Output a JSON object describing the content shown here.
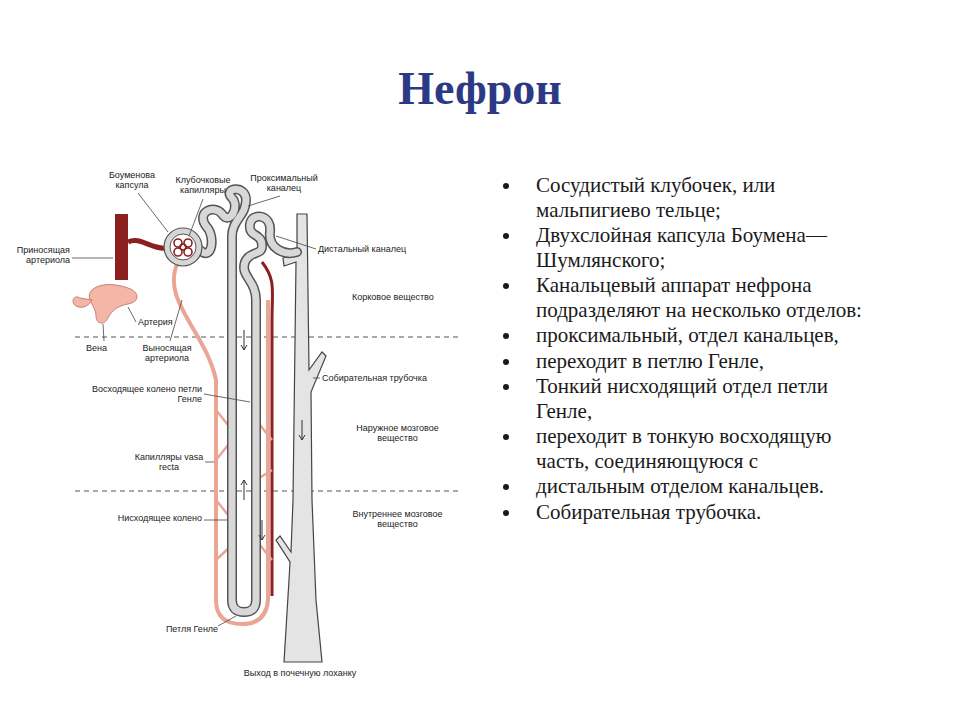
{
  "diagram": {
    "title": "Нефрон",
    "labels": [
      "Боуменова капсула",
      "Клубочковые капилляры",
      "Проксимальный каналец",
      "Приносящая артериола",
      "Дистальный каналец",
      "Корковое вещество",
      "Артерия",
      "Вена",
      "Выносящая артериола",
      "Восходящее колено петли Генле",
      "Собирательная трубочка",
      "Наружное мозговое вещество",
      "Капилляры vasa recta",
      "Нисходящее колено",
      "Внутреннее мозговое вещество",
      "Петля Генле",
      "Выход в почечную лоханку",
      "Сосудистый клубочек, или мальпигиево тельце;",
      "Двухслойная капсула Боумена—Шумлянского;",
      "Канальцевый аппарат нефрона подразделяют на несколько отделов:",
      "проксимальный, отдел канальцев,",
      "переходит в петлю Генле,",
      "Тонкий нисходящий отдел петли Генле,",
      "переходит в тонкую восходящую часть, соединяющуюся с",
      "дистальным отделом канальцев.",
      "Собирательная трубочка."
    ]
  }
}
